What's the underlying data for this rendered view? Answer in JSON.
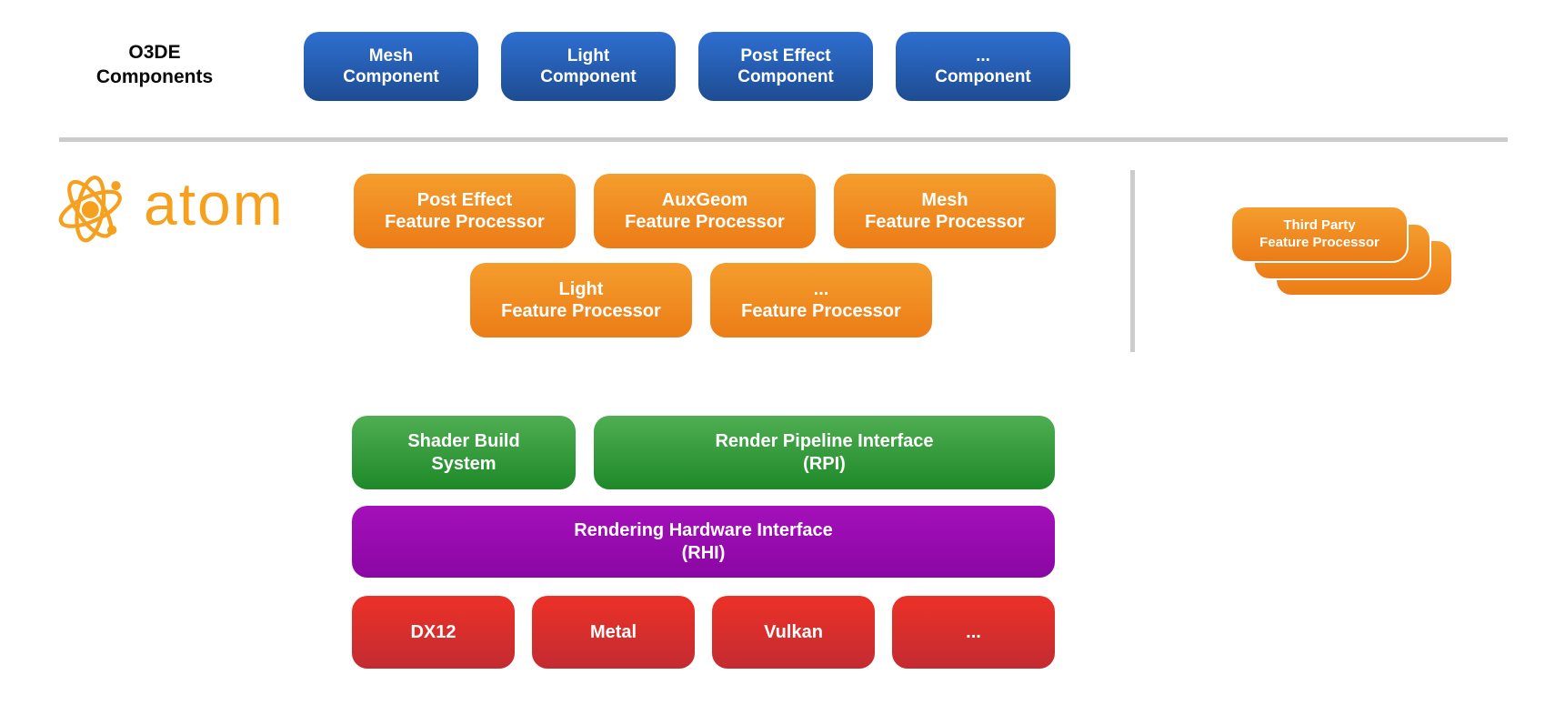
{
  "o3de_components": {
    "label": "O3DE\nComponents",
    "items": [
      {
        "label": "Mesh\nComponent"
      },
      {
        "label": "Light\nComponent"
      },
      {
        "label": "Post Effect\nComponent"
      },
      {
        "label": "...\nComponent"
      }
    ]
  },
  "atom": {
    "logo_text": "atom",
    "feature_processors_row1": [
      {
        "label": "Post Effect\nFeature Processor"
      },
      {
        "label": "AuxGeom\nFeature Processor"
      },
      {
        "label": "Mesh\nFeature Processor"
      }
    ],
    "feature_processors_row2": [
      {
        "label": "Light\nFeature Processor"
      },
      {
        "label": "...\nFeature Processor"
      }
    ],
    "third_party": {
      "label": "Third Party\nFeature Processor"
    },
    "shader_build": {
      "label": "Shader Build\nSystem"
    },
    "rpi": {
      "label": "Render Pipeline Interface\n(RPI)"
    },
    "rhi": {
      "label": "Rendering Hardware Interface\n(RHI)"
    },
    "backends": [
      {
        "label": "DX12"
      },
      {
        "label": "Metal"
      },
      {
        "label": "Vulkan"
      },
      {
        "label": "..."
      }
    ]
  },
  "colors": {
    "component_blue_top": "#2E6FD1",
    "component_blue_bottom": "#1E4C92",
    "feature_orange_top": "#F49D2D",
    "feature_orange_bottom": "#EC7C17",
    "layer_green_top": "#4FAE52",
    "layer_green_bottom": "#1E8929",
    "rhi_purple_top": "#A410BA",
    "rhi_purple_bottom": "#8A07A3",
    "backend_red_top": "#EC3127",
    "backend_red_bottom": "#C32B31",
    "atom_brand_orange": "#F5A01E",
    "divider_gray": "#CCCCCC"
  }
}
